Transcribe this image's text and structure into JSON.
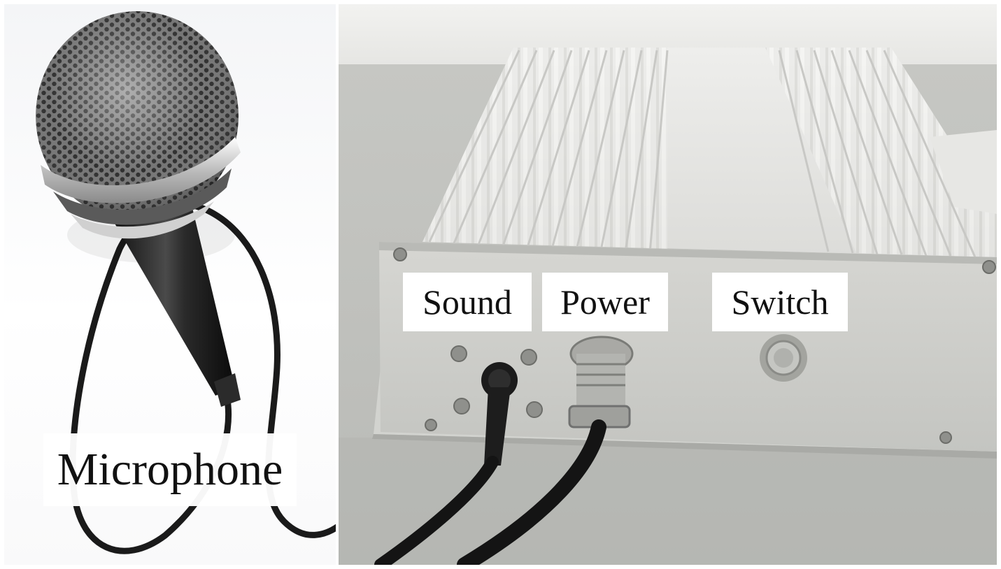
{
  "labels": {
    "microphone": "Microphone",
    "sound": "Sound",
    "power": "Power",
    "switch": "Switch"
  },
  "colors": {
    "background": "#ffffff",
    "label_background": "#ffffff",
    "label_text": "#111111",
    "mic_grille": "#3a3a3a",
    "mic_handle": "#1c1c1c",
    "cable": "#1a1a1a",
    "enclosure": "#d9d9d4",
    "table_surface": "#c9cbc7"
  },
  "icons": {
    "microphone": "microphone-icon",
    "cable": "cable-icon",
    "audio_jack": "audio-jack-icon",
    "power_connector": "power-connector-icon",
    "switch_button": "power-switch-icon"
  }
}
